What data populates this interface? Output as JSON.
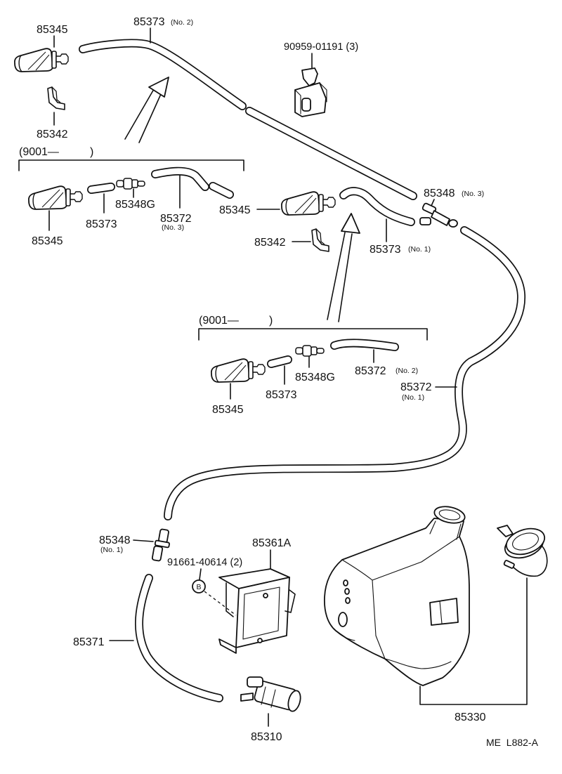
{
  "diagram": {
    "nozzle_top": "85345",
    "hose_top": {
      "number": "85373",
      "note": "(No. 2)"
    },
    "clip_screw": "90959-01191 (3)",
    "clip_top": "85342",
    "group_left": {
      "open": "(9001—",
      "close": ")",
      "nozzle": "85345",
      "hose_short": "85373",
      "check_valve": "85348G",
      "hose": "85372",
      "hose_note": "(No. 3)"
    },
    "nozzle_mid": "85345",
    "joint_top": {
      "number": "85348",
      "note": "(No. 3)"
    },
    "clip_mid": "85342",
    "hose_mid": {
      "number": "85373",
      "note": "(No. 1)"
    },
    "group_right": {
      "open": "(9001—",
      "close": ")",
      "nozzle": "85345",
      "hose_short": "85373",
      "check_valve": "85348G",
      "hose": "85372",
      "hose_note": "(No. 2)"
    },
    "hose_long": {
      "number": "85372",
      "note": "(No. 1)"
    },
    "joint_bottom": {
      "number": "85348",
      "note": "(No. 1)"
    },
    "bracket": "85361A",
    "bolt": "91661-40614 (2)",
    "bolt_ref": "B",
    "hose_bottom": "85371",
    "tank": "85330",
    "pump": "85310"
  },
  "drawing_code": "ME  L882-A"
}
